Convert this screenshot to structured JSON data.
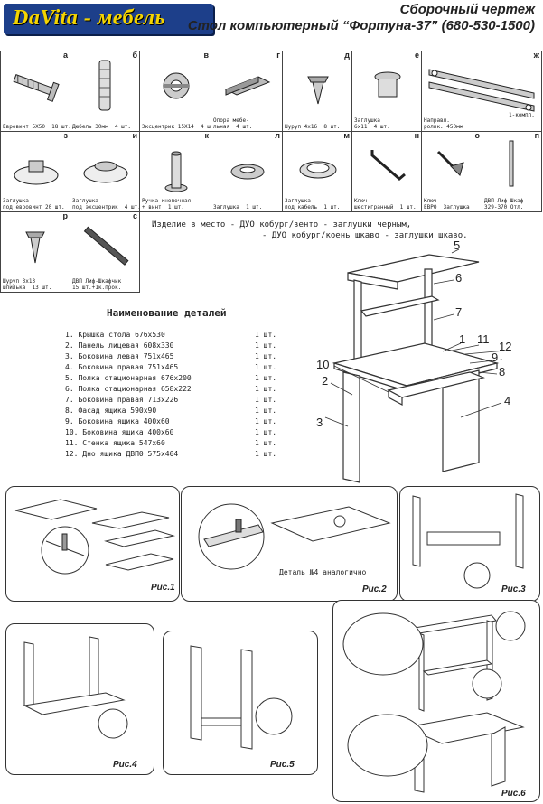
{
  "header": {
    "brand": "DaVita - мебель",
    "doc_type": "Сборочный чертеж",
    "product": "Стол компьютерный “Фортуна-37” (680-530-1500)"
  },
  "parts_row1": [
    {
      "letter": "а",
      "label": "Евровинт 5Х50  18 шт."
    },
    {
      "letter": "б",
      "label": "Дюбель 30мм  4 шт."
    },
    {
      "letter": "в",
      "label": "Эксцентрик 15X14  4 шт."
    },
    {
      "letter": "г",
      "label": "Опора мебе-\nльная  4 шт."
    },
    {
      "letter": "д",
      "label": "Шуруп 4х16  8 шт."
    },
    {
      "letter": "е",
      "label": "Заглушка\n6х11  4 шт."
    },
    {
      "letter": "ж",
      "label": "Направл.\nролик. 450мм"
    },
    {
      "letter": "",
      "label": "1-компл."
    }
  ],
  "parts_row2": [
    {
      "letter": "з",
      "label": "Заглушка\nпод евровинт 20 шт."
    },
    {
      "letter": "и",
      "label": "Заглушка\nпод эксцентрик  4 шт."
    },
    {
      "letter": "к",
      "label": "Ручка кнопочная\n+ винт  1 шт."
    },
    {
      "letter": "л",
      "label": "Заглушка  1 шт."
    },
    {
      "letter": "м",
      "label": "Заглушка\nпод кабель  1 шт."
    },
    {
      "letter": "н",
      "label": "Ключ\nшестигранный  1 шт."
    },
    {
      "letter": "о",
      "label": "Ключ\nЕВРО  Заглушка"
    },
    {
      "letter": "п",
      "label": "ДВП Лиф-Шкаф\n329-370 Отл."
    }
  ],
  "parts_row3": [
    {
      "letter": "р",
      "label": "Шуруп 3х13\nшпилька  13 шт."
    },
    {
      "letter": "с",
      "label": "ДВП Лиф-Шкафчик\n15 шт.+1к.прок."
    }
  ],
  "notes": [
    "Изделие в место - ДУО кобург/венто - заглушки черным,",
    "- ДУО кобург/коень шкаво - заглушки шкаво."
  ],
  "details": {
    "title": "Наименование деталей",
    "items": [
      {
        "n": "1.",
        "name": "Крышка стола 676х530",
        "qty": "1 шт."
      },
      {
        "n": "2.",
        "name": "Панель лицевая 608х330",
        "qty": "1 шт."
      },
      {
        "n": "3.",
        "name": "Боковина левая 751х465",
        "qty": "1 шт."
      },
      {
        "n": "4.",
        "name": "Боковина правая 751х465",
        "qty": "1 шт."
      },
      {
        "n": "5.",
        "name": "Полка стационарная 676х200",
        "qty": "1 шт."
      },
      {
        "n": "6.",
        "name": "Полка стационарная 658х222",
        "qty": "1 шт."
      },
      {
        "n": "7.",
        "name": "Боковина правая 713х226",
        "qty": "1 шт."
      },
      {
        "n": "8.",
        "name": "Фасад ящика 590х90",
        "qty": "1 шт."
      },
      {
        "n": "9.",
        "name": "Боковина ящика 400х60",
        "qty": "1 шт."
      },
      {
        "n": "10.",
        "name": "Боковина ящика 400х60",
        "qty": "1 шт."
      },
      {
        "n": "11.",
        "name": "Стенка ящика 547х60",
        "qty": "1 шт."
      },
      {
        "n": "12.",
        "name": "Дно ящика ДВП0 575х404",
        "qty": "1 шт."
      }
    ]
  },
  "callouts": [
    "1",
    "2",
    "3",
    "4",
    "5",
    "6",
    "7",
    "8",
    "9",
    "10",
    "11",
    "12"
  ],
  "figures": {
    "fig1": "Рис.1",
    "fig2": "Рис.2",
    "fig2_caption": "Деталь №4 аналогично",
    "fig3": "Рис.3",
    "fig4": "Рис.4",
    "fig5": "Рис.5",
    "fig6": "Рис.6"
  }
}
